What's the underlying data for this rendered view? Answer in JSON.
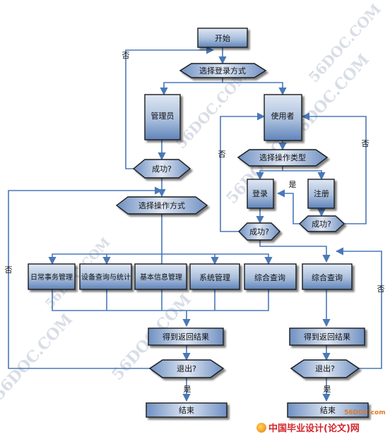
{
  "nodes": {
    "start": "开始",
    "choose_login": "选择登录方式",
    "admin": "管理员",
    "user": "使用者",
    "admin_success": "成功?",
    "choose_op_type": "选择操作类型",
    "login": "登录",
    "register": "注册",
    "login_success": "成功?",
    "register_success": "成功?",
    "choose_op_mode": "选择操作方式",
    "daily_mgmt": "日常事务管理",
    "device_query": "设备查询与统计",
    "basic_info": "基本信息管理",
    "system_mgmt": "系统管理",
    "combined_query_admin": "综合查询",
    "combined_query_user": "综合查询",
    "get_result_admin": "得到返回结果",
    "get_result_user": "得到返回结果",
    "exit_admin": "退出?",
    "exit_user": "退出?",
    "end_admin": "结束",
    "end_user": "结束"
  },
  "edge_labels": {
    "no_admin_login": "否",
    "no_user_login": "否",
    "yes_login": "是",
    "no_register": "否",
    "no_exit_admin": "否",
    "no_exit_user": "否",
    "yes_exit_admin": "是",
    "yes_exit_user": "是"
  },
  "watermark": "56DOC.COM",
  "brand": {
    "text": "中国毕业设计(论文)网",
    "site": "56DOC.com"
  },
  "colors": {
    "node_fill_top": "#c9d6ea",
    "node_fill_bottom": "#5b7fb5",
    "node_border": "#1a1a1a",
    "arrow": "#4a78b8",
    "line": "#4a78b8"
  }
}
